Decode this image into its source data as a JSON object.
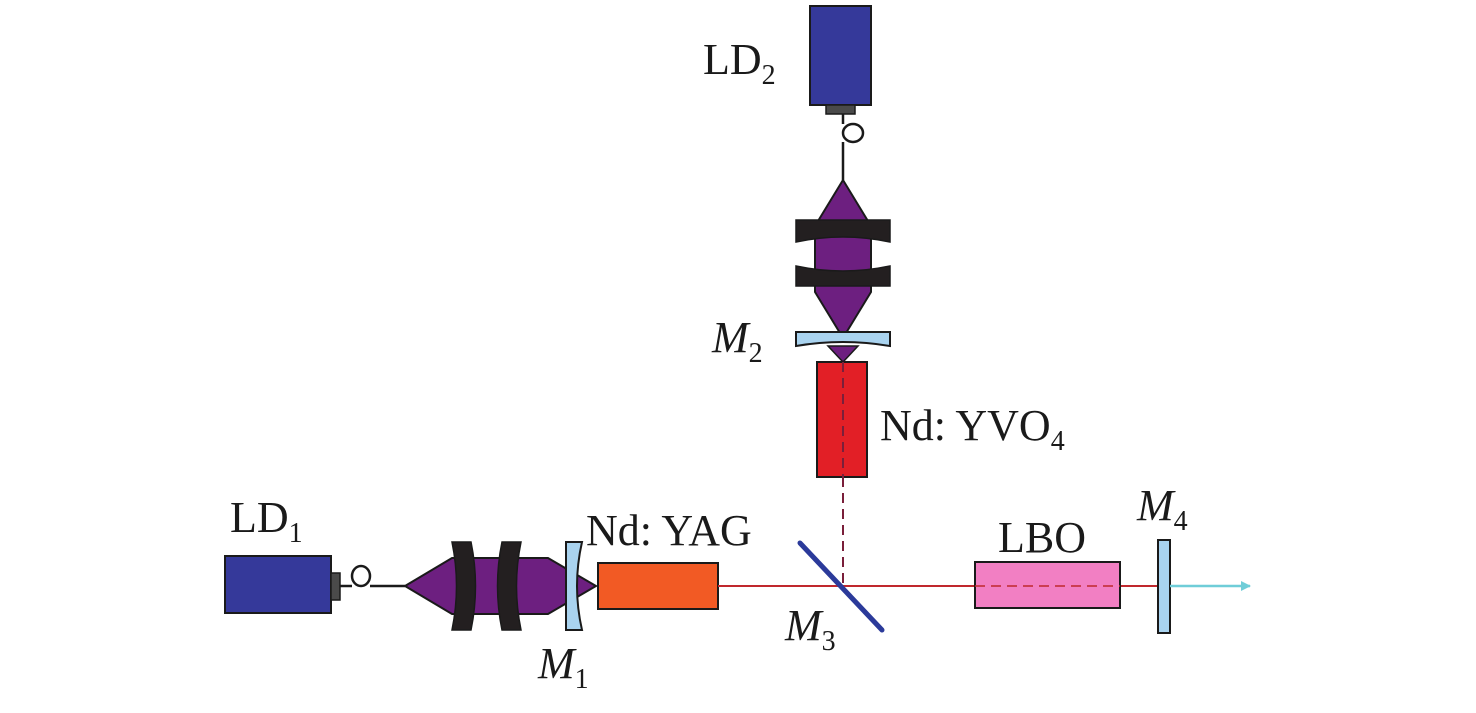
{
  "components": {
    "ld1": {
      "name": "LD",
      "sub": "1"
    },
    "ld2": {
      "name": "LD",
      "sub": "2"
    },
    "m1": {
      "name": "M",
      "sub": "1"
    },
    "m2": {
      "name": "M",
      "sub": "2"
    },
    "m3": {
      "name": "M",
      "sub": "3"
    },
    "m4": {
      "name": "M",
      "sub": "4"
    },
    "nd_yag": {
      "label": "Nd: YAG"
    },
    "nd_yvo4": {
      "name": "Nd: YVO",
      "sub": "4"
    },
    "lbo": {
      "label": "LBO"
    }
  },
  "colors": {
    "laser_diode": "#35399a",
    "coupling_optics": "#6d1f80",
    "lens": "#231f20",
    "mirror": "#a9d3ef",
    "nd_yag_crystal": "#f25a24",
    "nd_yvo4_crystal": "#e21f26",
    "lbo_crystal": "#f27fc3",
    "beam_fundamental": "#c0282d",
    "beam_dashed": "#7a1f3a",
    "dichroic_mirror": "#2b3a9a",
    "output_beam": "#6fcdd8"
  }
}
